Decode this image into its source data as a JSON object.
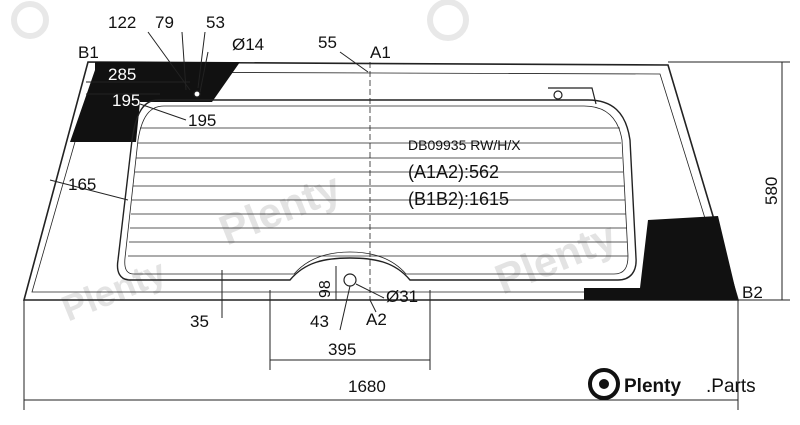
{
  "part_code": "DB09935 RW/H/X",
  "a1a2": "(A1A2):562",
  "b1b2": "(B1B2):1615",
  "points": {
    "a1": "A1",
    "a2": "A2",
    "b1": "B1",
    "b2": "B2"
  },
  "dimensions": {
    "overall_width": "1680",
    "height": "580",
    "notch_width": "395",
    "notch_height": "98",
    "d122": "122",
    "d79": "79",
    "d53": "53",
    "d14": "Ø14",
    "d55": "55",
    "d285": "285",
    "d195a": "195",
    "d195b": "195",
    "d165": "165",
    "d35": "35",
    "d43": "43",
    "d31": "Ø31"
  },
  "brand": {
    "name": "Plenty",
    "suffix": ".Parts"
  },
  "colors": {
    "line": "#222222",
    "dark_fill": "#111111",
    "watermark": "#e3e3e3"
  }
}
